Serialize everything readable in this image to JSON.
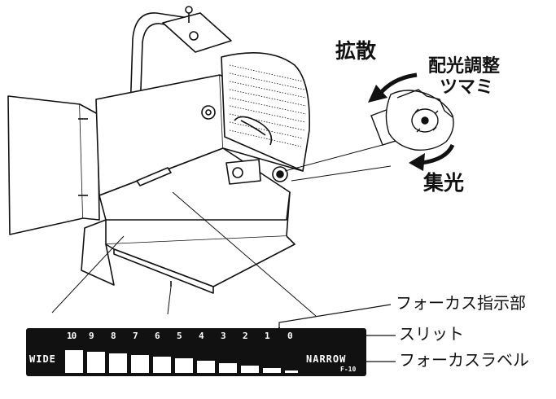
{
  "labels": {
    "diffuse": "拡散",
    "knob_line1": "配光調整",
    "knob_line2": "ツマミ",
    "focus": "集光",
    "focus_indicator": "フォーカス指示部",
    "slit": "スリット",
    "focus_label": "フォーカスラベル"
  },
  "scale": {
    "numbers": [
      "10",
      "9",
      "8",
      "7",
      "6",
      "5",
      "4",
      "3",
      "2",
      "1",
      "0"
    ],
    "wide": "WIDE",
    "narrow": "NARROW",
    "model": "F-10"
  },
  "colors": {
    "line": "#111111",
    "panel": "#111111",
    "background": "#ffffff"
  },
  "icons": [
    "rotate-counterclockwise-arrow-icon",
    "rotate-clockwise-arrow-icon",
    "focus-knob-icon"
  ]
}
